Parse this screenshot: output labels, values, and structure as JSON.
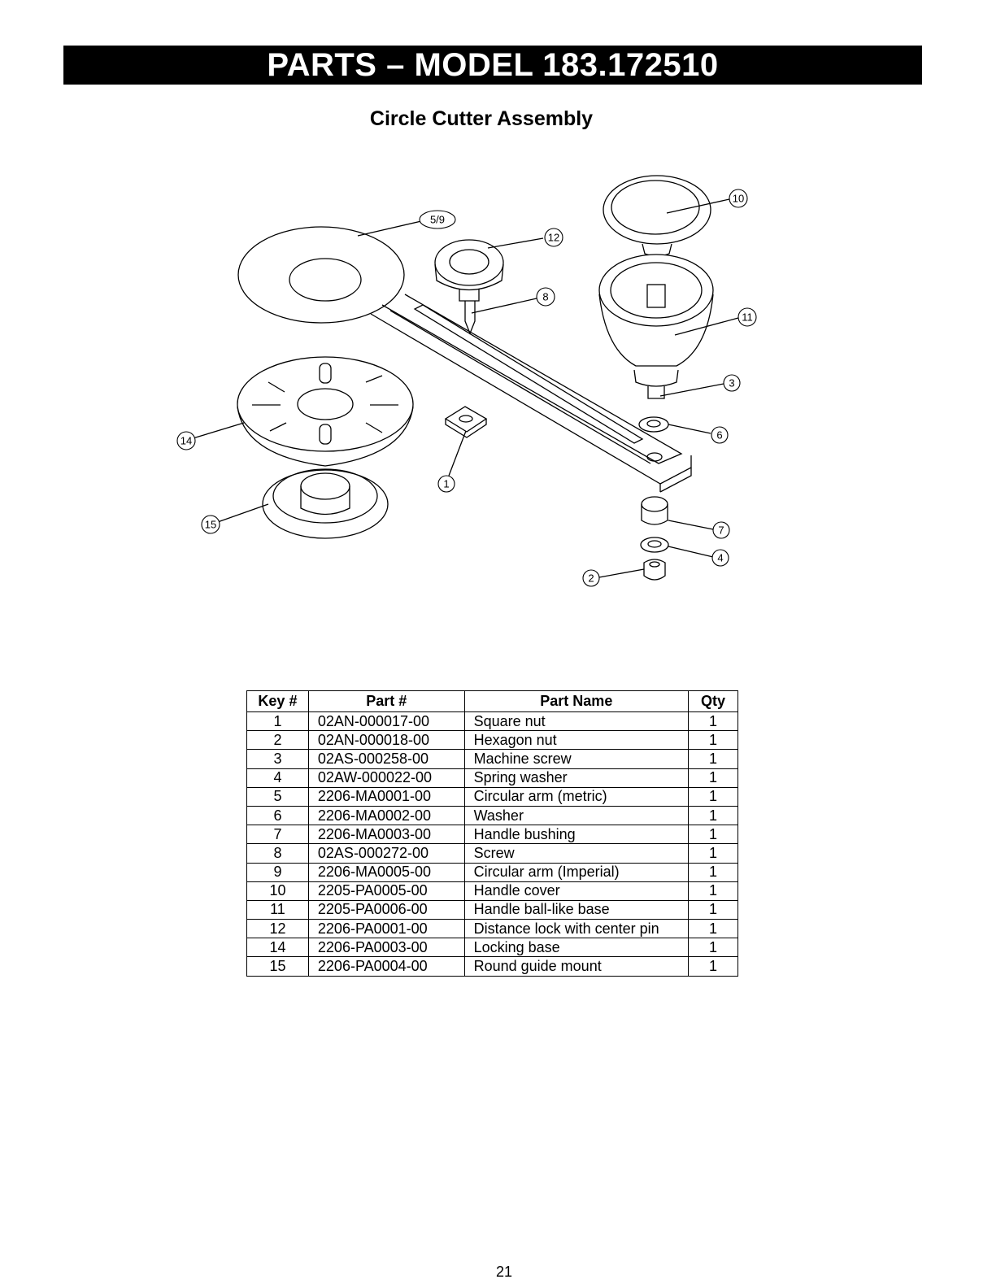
{
  "header": {
    "title": "PARTS – MODEL 183.172510"
  },
  "section": {
    "title": "Circle Cutter Assembly"
  },
  "diagram": {
    "callouts": [
      "5/9",
      "12",
      "8",
      "10",
      "11",
      "3",
      "6",
      "14",
      "1",
      "15",
      "7",
      "4",
      "2"
    ]
  },
  "table": {
    "headers": [
      "Key #",
      "Part #",
      "Part Name",
      "Qty"
    ],
    "rows": [
      [
        "1",
        "02AN-000017-00",
        "Square nut",
        "1"
      ],
      [
        "2",
        "02AN-000018-00",
        "Hexagon nut",
        "1"
      ],
      [
        "3",
        "02AS-000258-00",
        "Machine screw",
        "1"
      ],
      [
        "4",
        "02AW-000022-00",
        "Spring washer",
        "1"
      ],
      [
        "5",
        "2206-MA0001-00",
        "Circular arm (metric)",
        "1"
      ],
      [
        "6",
        "2206-MA0002-00",
        "Washer",
        "1"
      ],
      [
        "7",
        "2206-MA0003-00",
        "Handle bushing",
        "1"
      ],
      [
        "8",
        "02AS-000272-00",
        "Screw",
        "1"
      ],
      [
        "9",
        "2206-MA0005-00",
        "Circular arm (Imperial)",
        "1"
      ],
      [
        "10",
        "2205-PA0005-00",
        "Handle cover",
        "1"
      ],
      [
        "11",
        "2205-PA0006-00",
        "Handle ball-like base",
        "1"
      ],
      [
        "12",
        "2206-PA0001-00",
        "Distance lock with center pin",
        "1"
      ],
      [
        "14",
        "2206-PA0003-00",
        "Locking base",
        "1"
      ],
      [
        "15",
        "2206-PA0004-00",
        "Round guide mount",
        "1"
      ]
    ]
  },
  "footer": {
    "page_number": "21"
  }
}
